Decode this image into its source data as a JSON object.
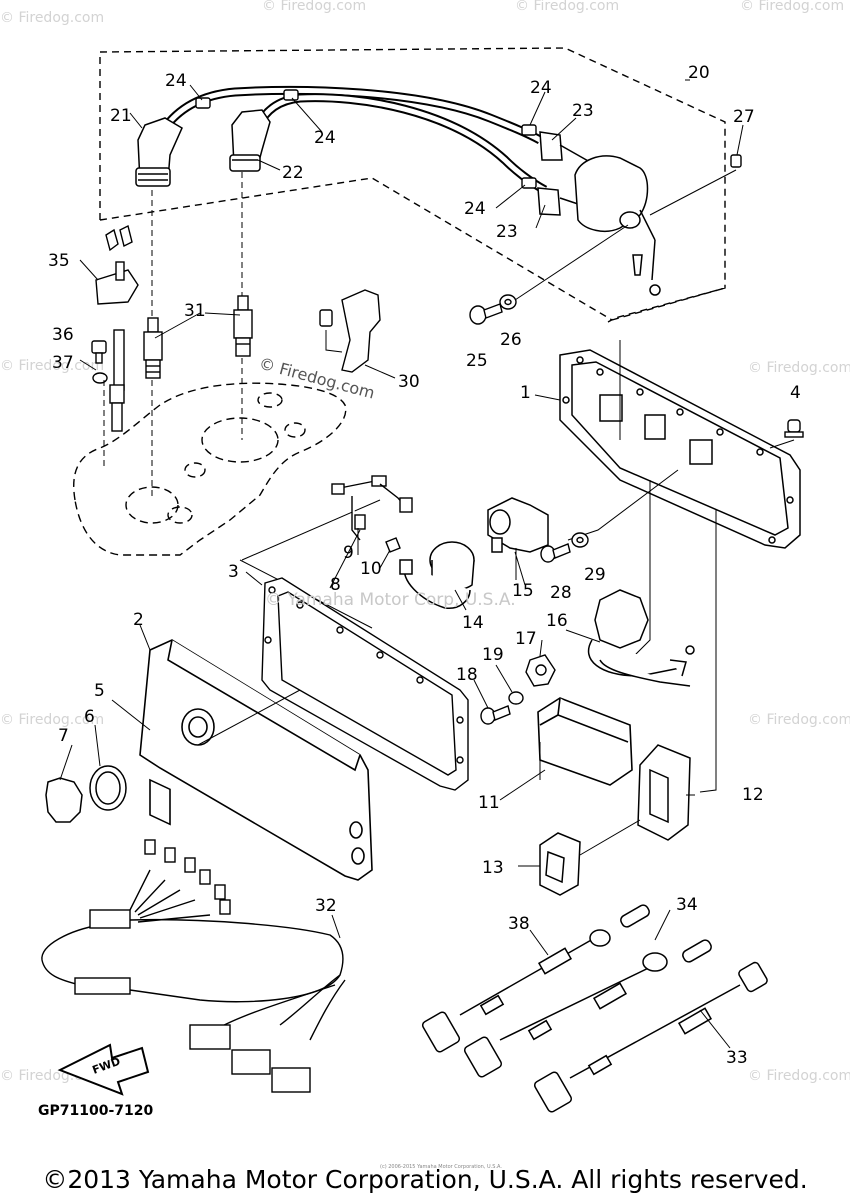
{
  "drawing_code": "GP71100-7120",
  "fwd_label": "FWD",
  "copyright": "©2013 Yamaha Motor Corporation, U.S.A. All rights reserved.",
  "tiny_copyright": "(c) 2006-2015 Yamaha Motor Corporation, U.S.A.",
  "watermarks": {
    "firedog": "© Firedog.com",
    "yamaha": "© Yamaha Motor Corp, U.S.A.",
    "corner": "© Firedog.com"
  },
  "parts": {
    "p1": "1",
    "p2": "2",
    "p3": "3",
    "p4": "4",
    "p5": "5",
    "p6": "6",
    "p7": "7",
    "p8": "8",
    "p9": "9",
    "p10": "10",
    "p11": "11",
    "p12": "12",
    "p13": "13",
    "p14": "14",
    "p15": "15",
    "p16": "16",
    "p17": "17",
    "p18": "18",
    "p19": "19",
    "p20": "20",
    "p21": "21",
    "p22": "22",
    "p23a": "23",
    "p23b": "23",
    "p24a": "24",
    "p24b": "24",
    "p24c": "24",
    "p24d": "24",
    "p25": "25",
    "p26": "26",
    "p27": "27",
    "p28": "28",
    "p29": "29",
    "p30": "30",
    "p31": "31",
    "p32": "32",
    "p33": "33",
    "p34": "34",
    "p35": "35",
    "p36": "36",
    "p37": "37",
    "p38": "38"
  }
}
